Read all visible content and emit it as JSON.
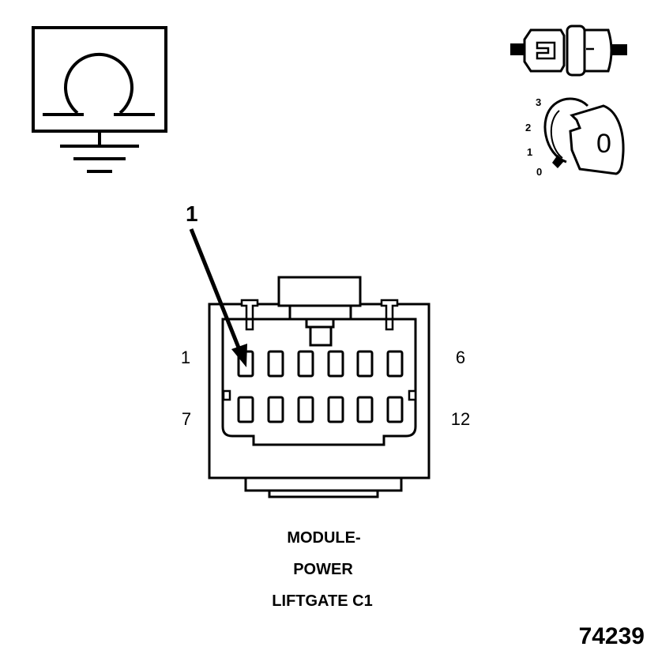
{
  "symbols": {
    "ohmmeter": "ohmmeter-ground-icon",
    "connector": "connector-disconnect-icon",
    "ignition": "ignition-key-off-icon",
    "ignition_positions": [
      "3",
      "2",
      "1",
      "0"
    ],
    "key_label": "0"
  },
  "connector": {
    "callout_label": "1",
    "pin_labels": {
      "top_left": "1",
      "top_right": "6",
      "bottom_left": "7",
      "bottom_right": "12"
    },
    "pins_per_row": 6,
    "rows": 2
  },
  "caption": {
    "line1": "MODULE-",
    "line2": "POWER",
    "line3": "LIFTGATE C1"
  },
  "figure_number": "74239"
}
